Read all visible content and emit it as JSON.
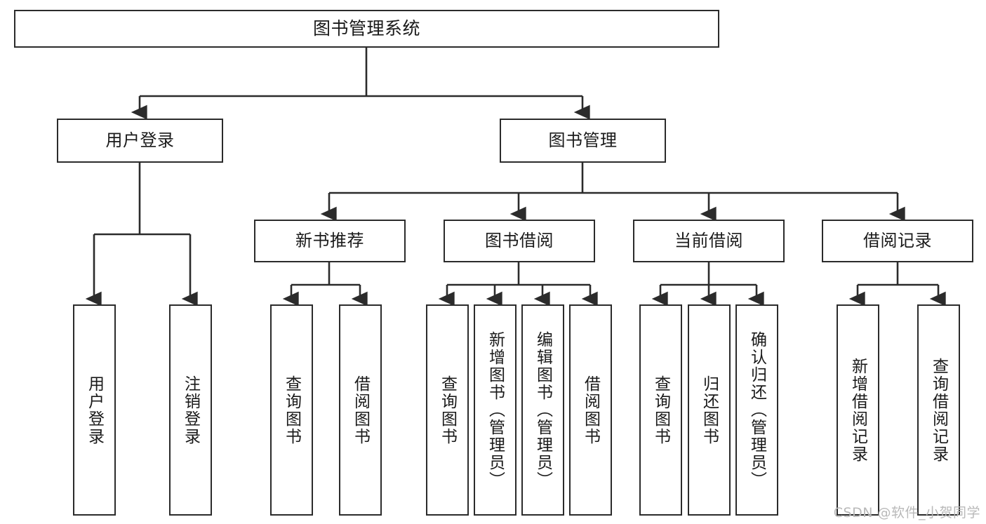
{
  "diagram": {
    "title": "图书管理系统",
    "watermark": "CSDN @软件_小贺同学",
    "accent_color": "#2b2b2b",
    "background_color": "#ffffff",
    "levels": {
      "level1": [
        "图书管理系统"
      ],
      "level2": [
        "用户登录",
        "图书管理"
      ],
      "level3": [
        "新书推荐",
        "图书借阅",
        "当前借阅",
        "借阅记录"
      ]
    },
    "nodes": {
      "root": "图书管理系统",
      "user_login": "用户登录",
      "book_manage": "图书管理",
      "new_book_rec": "新书推荐",
      "book_borrow": "图书借阅",
      "current_borrow": "当前借阅",
      "borrow_record": "借阅记录",
      "leaf_user_login": "用户登录",
      "leaf_logout": "注销登录",
      "leaf_query_book_1": "查询图书",
      "leaf_borrow_book_1": "借阅图书",
      "leaf_query_book_2": "查询图书",
      "leaf_add_book": "新增图书（管理员）",
      "leaf_edit_book": "编辑图书（管理员）",
      "leaf_borrow_book_2": "借阅图书",
      "leaf_query_book_3": "查询图书",
      "leaf_return_book": "归还图书",
      "leaf_confirm_return": "确认归还（管理员）",
      "leaf_add_record": "新增借阅记录",
      "leaf_query_record": "查询借阅记录"
    }
  }
}
